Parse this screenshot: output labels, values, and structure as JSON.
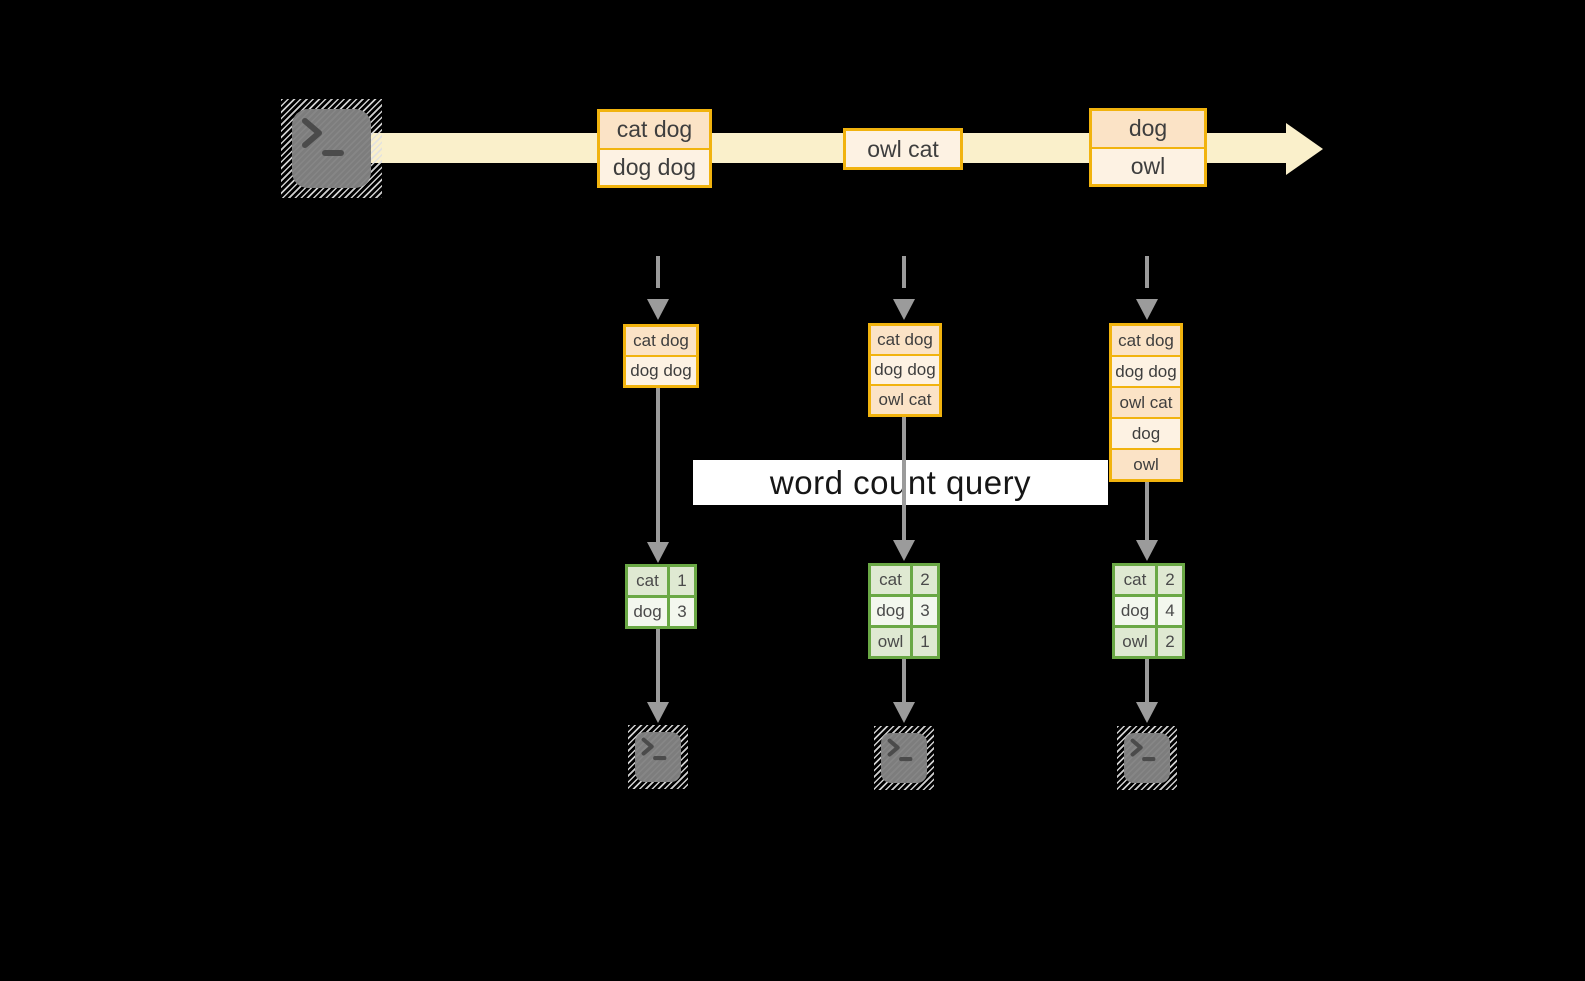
{
  "diagram": {
    "query_label": "word count query",
    "stream": {
      "source": "terminal",
      "batches": [
        {
          "cells": [
            "cat dog",
            "dog dog"
          ]
        },
        {
          "cells": [
            "owl cat"
          ]
        },
        {
          "cells": [
            "dog",
            "owl"
          ]
        }
      ]
    },
    "states": [
      {
        "cells": [
          "cat dog",
          "dog dog"
        ]
      },
      {
        "cells": [
          "cat dog",
          "dog dog",
          "owl cat"
        ]
      },
      {
        "cells": [
          "cat dog",
          "dog dog",
          "owl cat",
          "dog",
          "owl"
        ]
      }
    ],
    "counts": [
      {
        "rows": [
          [
            "cat",
            "1"
          ],
          [
            "dog",
            "3"
          ]
        ]
      },
      {
        "rows": [
          [
            "cat",
            "2"
          ],
          [
            "dog",
            "3"
          ],
          [
            "owl",
            "1"
          ]
        ]
      },
      {
        "rows": [
          [
            "cat",
            "2"
          ],
          [
            "dog",
            "4"
          ],
          [
            "owl",
            "2"
          ]
        ]
      }
    ],
    "sinks": [
      "terminal",
      "terminal",
      "terminal"
    ],
    "colors": {
      "background": "#000000",
      "band": "#faf0cb",
      "box_border": "#f1b30e",
      "cell_peach": "#fbe3c6",
      "cell_cream": "#fdf2e3",
      "green_border": "#6aa845",
      "green_row_a": "#dfe9d2",
      "green_row_b": "#f3f7ee",
      "arrow_gray": "#9b9b9b",
      "terminal_gray": "#7d7d7d",
      "label_bg": "#ffffff",
      "text_dark": "#3e3e3e"
    }
  }
}
